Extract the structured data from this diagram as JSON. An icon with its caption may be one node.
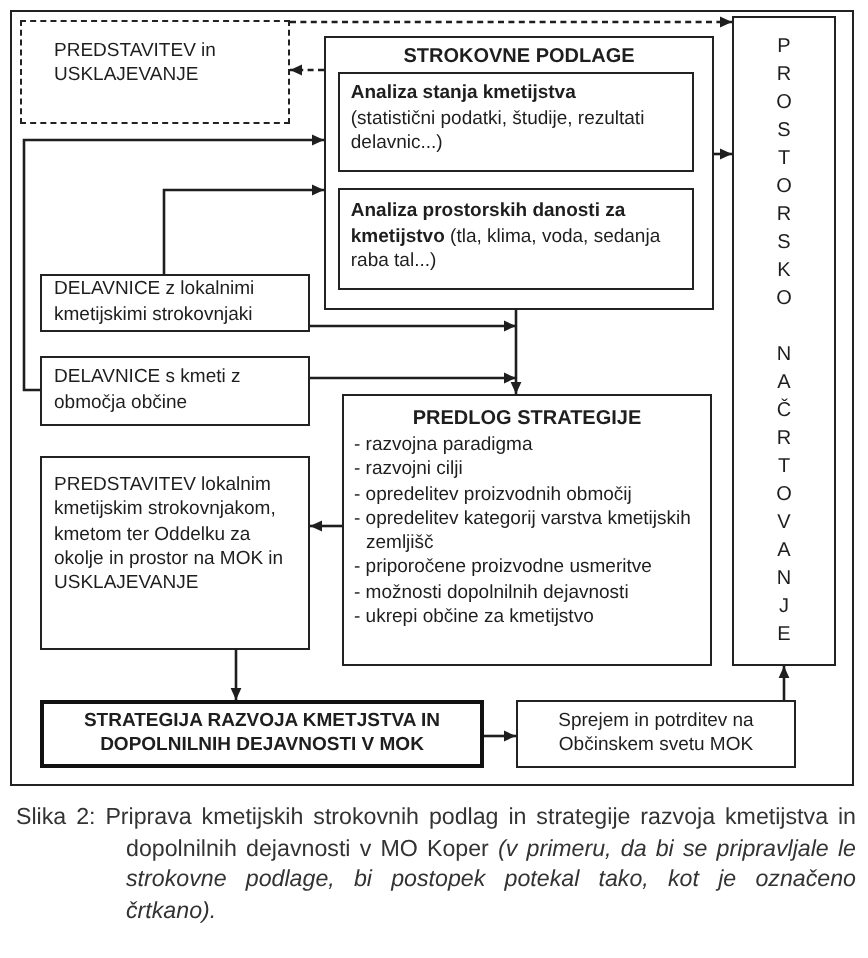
{
  "diagram": {
    "nodes": [
      {
        "text": [
          "PREDSTAVITEV in USKLAJEVANJE"
        ]
      },
      {
        "text": [
          "STROKOVNE PODLAGE"
        ]
      },
      {
        "text": [
          "Analiza stanja kmetijstva",
          "(statistični podatki, študije, rezultati delavnic...)"
        ],
        "in": 1
      },
      {
        "text": [
          "**Analiza prostorskih danosti za kmetijstvo** (tla, klima, voda, sedanja raba tal...)"
        ],
        "in": 1
      },
      {
        "text": [
          "PROSTORSKO NAČRTOVANJE"
        ]
      },
      {
        "text": [
          "DELAVNICE z lokalnimi kmetijskimi strokovnjaki"
        ]
      },
      {
        "text": [
          "DELAVNICE s kmeti z območja občine"
        ]
      },
      {
        "text": [
          "PREDLOG STRATEGIJE",
          "- razvojna paradigma",
          "- razvojni cilji",
          "- opredelitev proizvodnih območij",
          "- opredelitev kategorij varstva kmetijskih zemljišč",
          "- priporočene proizvodne usmeritve",
          "- možnosti dopolnilnih dejavnosti",
          "- ukrepi občine za kmetijstvo"
        ]
      },
      {
        "text": [
          "PREDSTAVITEV lokalnim kmetijskim strokovnjakom, kmetom ter Oddelku za okolje in prostor na MOK in USKLAJEVANJE"
        ]
      },
      {
        "text": [
          "STRATEGIJA RAZVOJA KMETJSTVA IN DOPOLNILNIH DEJAVNOSTI V MOK"
        ]
      },
      {
        "text": [
          "Sprejem in potrditev na Občinskem svetu MOK"
        ]
      }
    ],
    "edges": [
      {
        "from": 1,
        "to": 0,
        "arrow": "to",
        "style": "dashed"
      },
      {
        "from": 0,
        "to": 4,
        "arrow": "to",
        "style": "dashed"
      },
      {
        "from": 1,
        "to": 4,
        "arrow": "to"
      },
      {
        "from": 6,
        "to": 1,
        "arrow": "to"
      },
      {
        "from": 5,
        "to": 1,
        "arrow": "to"
      },
      {
        "from": 1,
        "to": 7,
        "arrow": "to"
      },
      {
        "from": 5,
        "to": 7,
        "arrow": "to"
      },
      {
        "from": 6,
        "to": 7,
        "arrow": "to"
      },
      {
        "from": 7,
        "to": 8,
        "arrow": "to"
      },
      {
        "from": 8,
        "to": 9,
        "arrow": "to"
      },
      {
        "from": 9,
        "to": 10,
        "arrow": "to"
      },
      {
        "from": 10,
        "to": 4,
        "arrow": "to"
      }
    ],
    "caption": "Slika 2: Priprava kmetijskih strokovnih podlag in strategije razvoja kmetijstva in dopolnilnih dejavnosti v MO Koper *(v primeru, da bi se pripravljale le strokovne podlage, bi postopek potekal tako, kot je označeno črtkano).*"
  }
}
